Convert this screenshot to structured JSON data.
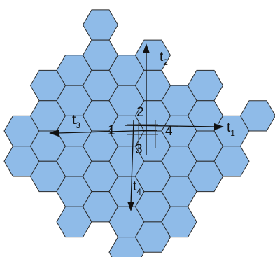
{
  "colors": {
    "cell_fill": "#8fbbe8",
    "cell_stroke": "#2a2a2a",
    "line": "#111111"
  },
  "labels": {
    "cell_1": "1",
    "cell_2": "2",
    "cell_3": "3",
    "cell_4": "4",
    "t1": {
      "main": "t",
      "sub": "1"
    },
    "t2": {
      "main": "t",
      "sub": "2"
    },
    "t3": {
      "main": "t",
      "sub": "3"
    },
    "t4": {
      "main": "t",
      "sub": "4"
    }
  }
}
